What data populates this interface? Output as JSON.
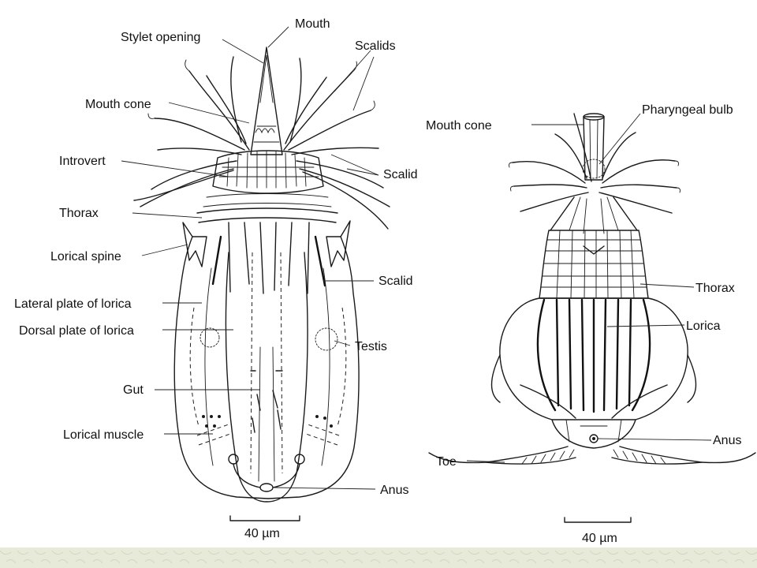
{
  "left_figure": {
    "labels": {
      "mouth": "Mouth",
      "stylet_opening": "Stylet opening",
      "scalids_top": "Scalids",
      "mouth_cone": "Mouth cone",
      "introvert": "Introvert",
      "scalid_right_upper": "Scalid",
      "thorax": "Thorax",
      "lorical_spine": "Lorical spine",
      "scalid_right_lower": "Scalid",
      "lateral_plate": "Lateral plate of lorica",
      "dorsal_plate": "Dorsal plate of lorica",
      "testis": "Testis",
      "gut": "Gut",
      "lorical_muscle": "Lorical muscle",
      "anus": "Anus"
    },
    "scale_bar": "40 µm"
  },
  "right_figure": {
    "labels": {
      "mouth_cone": "Mouth cone",
      "pharyngeal_bulb": "Pharyngeal bulb",
      "thorax": "Thorax",
      "lorica": "Lorica",
      "anus": "Anus",
      "toe": "Toe"
    },
    "scale_bar": "40 µm"
  },
  "colors": {
    "background": "#ffffff",
    "ink": "#1a1a1a",
    "footer_band": "#e7ead9"
  }
}
